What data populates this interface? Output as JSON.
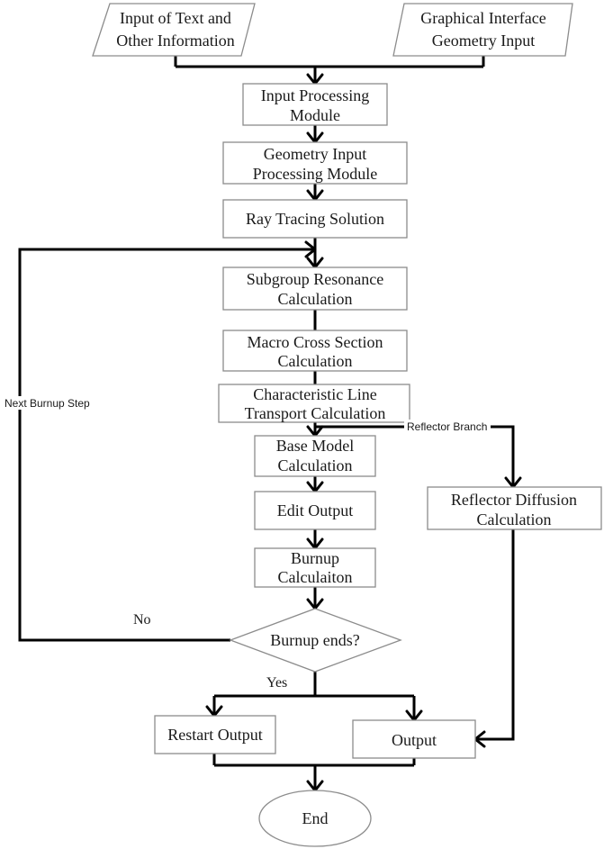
{
  "diagram": {
    "nodes": {
      "input_text": [
        "Input of Text and",
        "Other Information"
      ],
      "graphical_input": [
        "Graphical Interface",
        "Geometry Input"
      ],
      "input_processing": [
        "Input Processing",
        "Module"
      ],
      "geometry_processing": [
        "Geometry Input",
        "Processing Module"
      ],
      "ray_tracing": [
        "Ray Tracing Solution"
      ],
      "subgroup": [
        "Subgroup Resonance",
        "Calculation"
      ],
      "macro_xs": [
        "Macro Cross Section",
        "Calculation"
      ],
      "char_line": [
        "Characteristic Line",
        "Transport Calculation"
      ],
      "base_model": [
        "Base Model",
        "Calculation"
      ],
      "edit_output": [
        "Edit Output"
      ],
      "burnup_calc": [
        "Burnup",
        "Calculaiton"
      ],
      "burnup_ends": [
        "Burnup ends?"
      ],
      "reflector_diffusion": [
        "Reflector Diffusion",
        "Calculation"
      ],
      "restart_output": [
        "Restart Output"
      ],
      "output": [
        "Output"
      ],
      "end": [
        "End"
      ]
    },
    "edge_labels": {
      "next_burnup_step": "Next Burnup Step",
      "no": "No",
      "yes": "Yes",
      "reflector_branch": "Reflector Branch"
    }
  }
}
